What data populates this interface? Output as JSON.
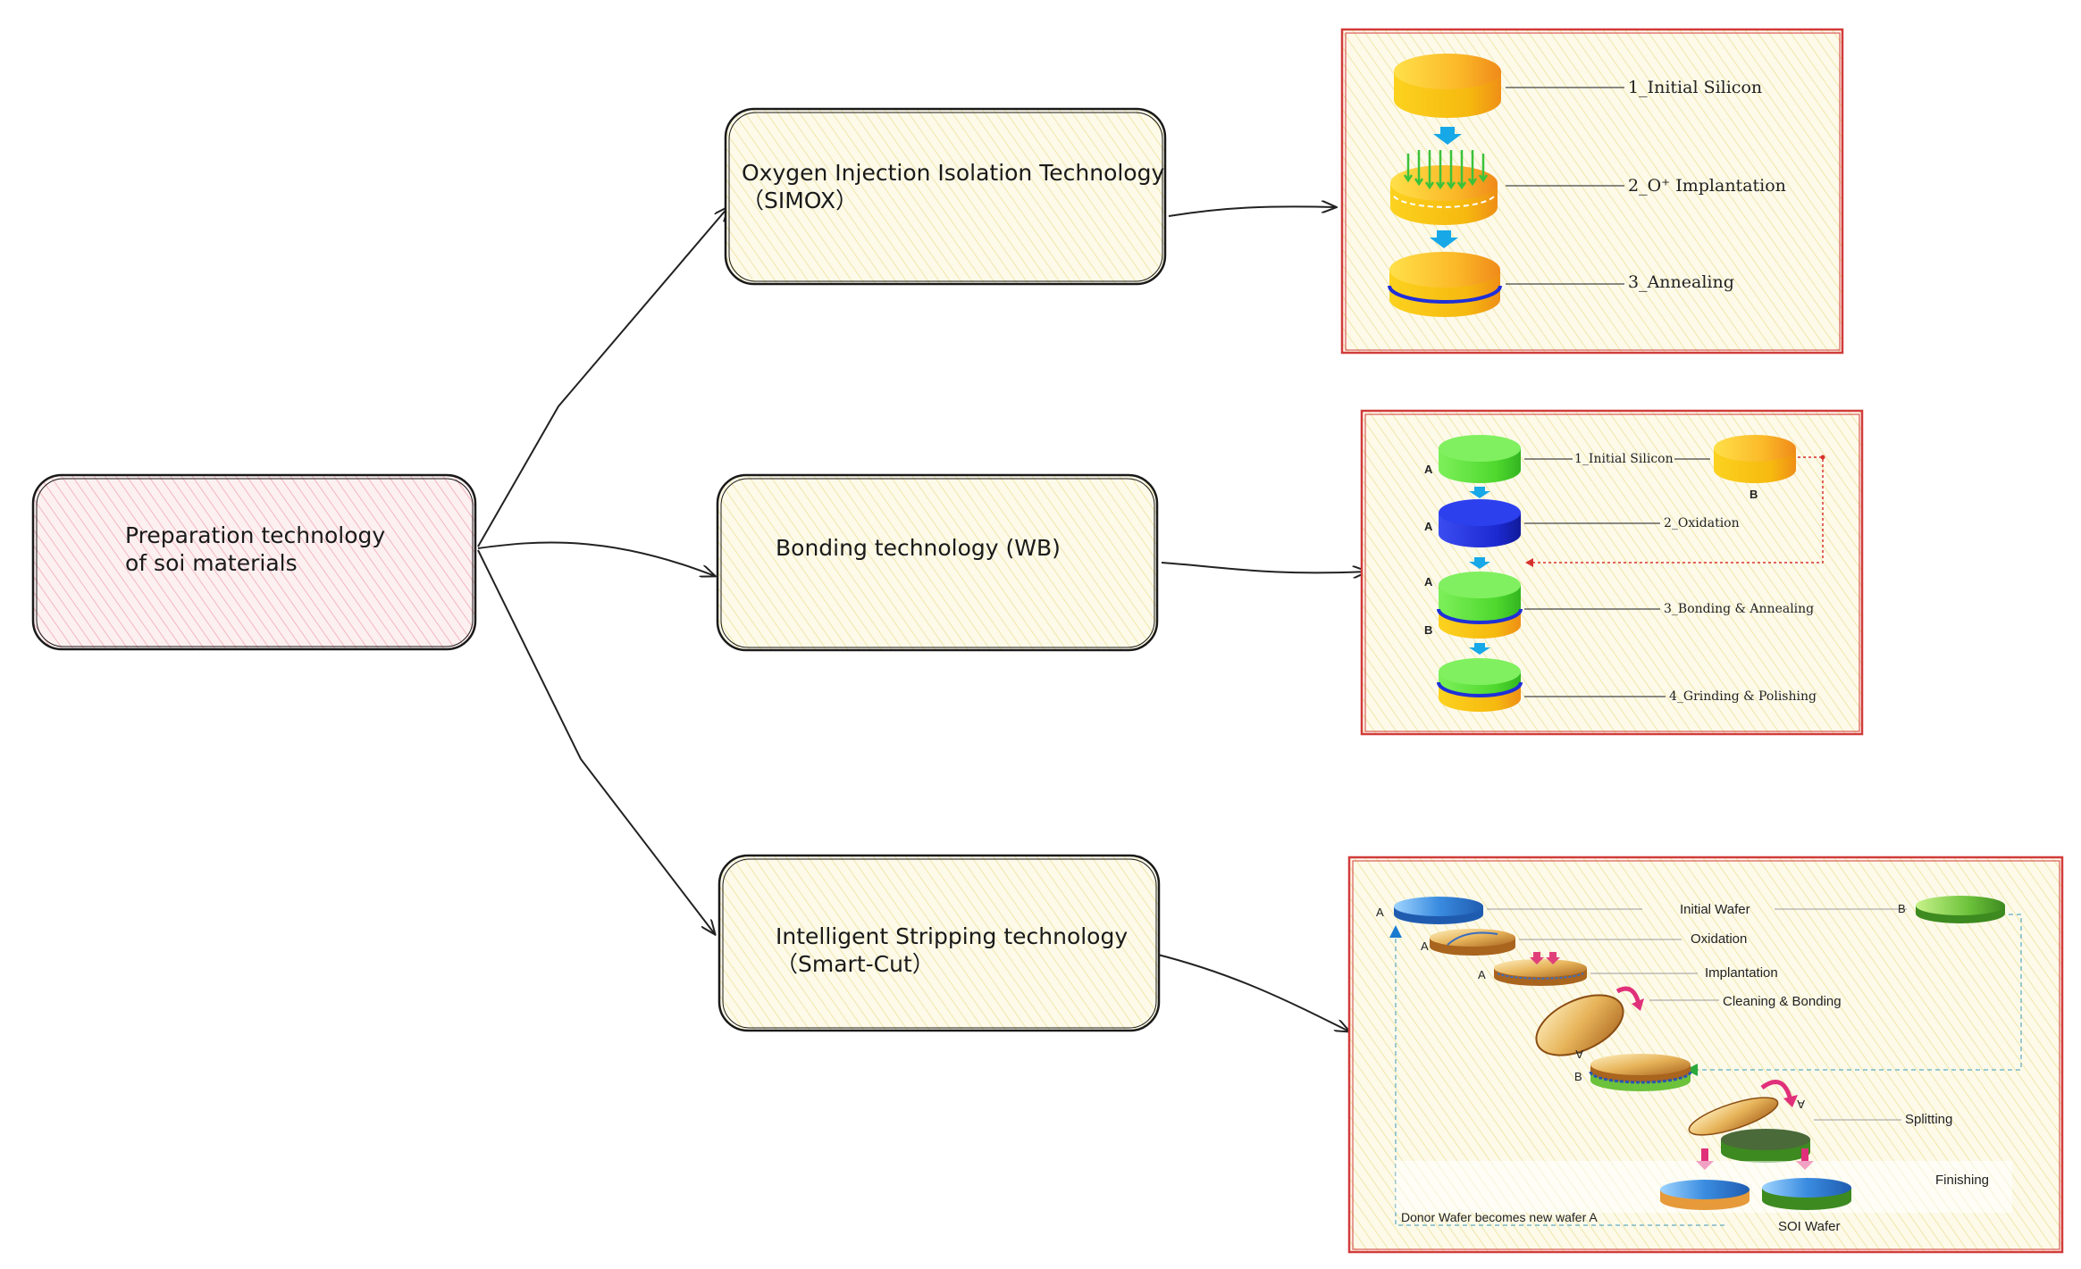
{
  "root": {
    "line1": "Preparation technology",
    "line2": "of soi materials"
  },
  "methods": [
    {
      "line1": "Oxygen Injection Isolation Technology",
      "line2": "（SIMOX）"
    },
    {
      "line1": "Bonding technology (WB)",
      "line2": ""
    },
    {
      "line1": "Intelligent Stripping technology",
      "line2": "（Smart-Cut）"
    }
  ],
  "simox": {
    "steps": [
      "1_Initial Silicon",
      "2_O⁺ Implantation",
      "3_Annealing"
    ]
  },
  "bonding": {
    "steps": [
      "1_Initial Silicon",
      "2_Oxidation",
      "3_Bonding & Annealing",
      "4_Grinding & Polishing"
    ],
    "wafer_labels": [
      "A",
      "B",
      "A",
      "A",
      "B"
    ]
  },
  "smartcut": {
    "steps": [
      "Initial Wafer",
      "Oxidation",
      "Implantation",
      "Cleaning & Bonding",
      "Splitting",
      "Finishing"
    ],
    "labels": [
      "A",
      "B",
      "A",
      "A",
      "A",
      "B",
      "A"
    ],
    "donor": "Donor Wafer becomes new wafer A",
    "soi": "SOI Wafer"
  },
  "colors": {
    "root_fill": "#f9e1e3",
    "box_fill": "#fbf6d6",
    "panel_border": "#d23b3b",
    "wafer_yellow": "#f6b90f",
    "wafer_green": "#5ee23a",
    "wafer_blue": "#1f2fd8",
    "arrow_cyan": "#17a8e8"
  }
}
